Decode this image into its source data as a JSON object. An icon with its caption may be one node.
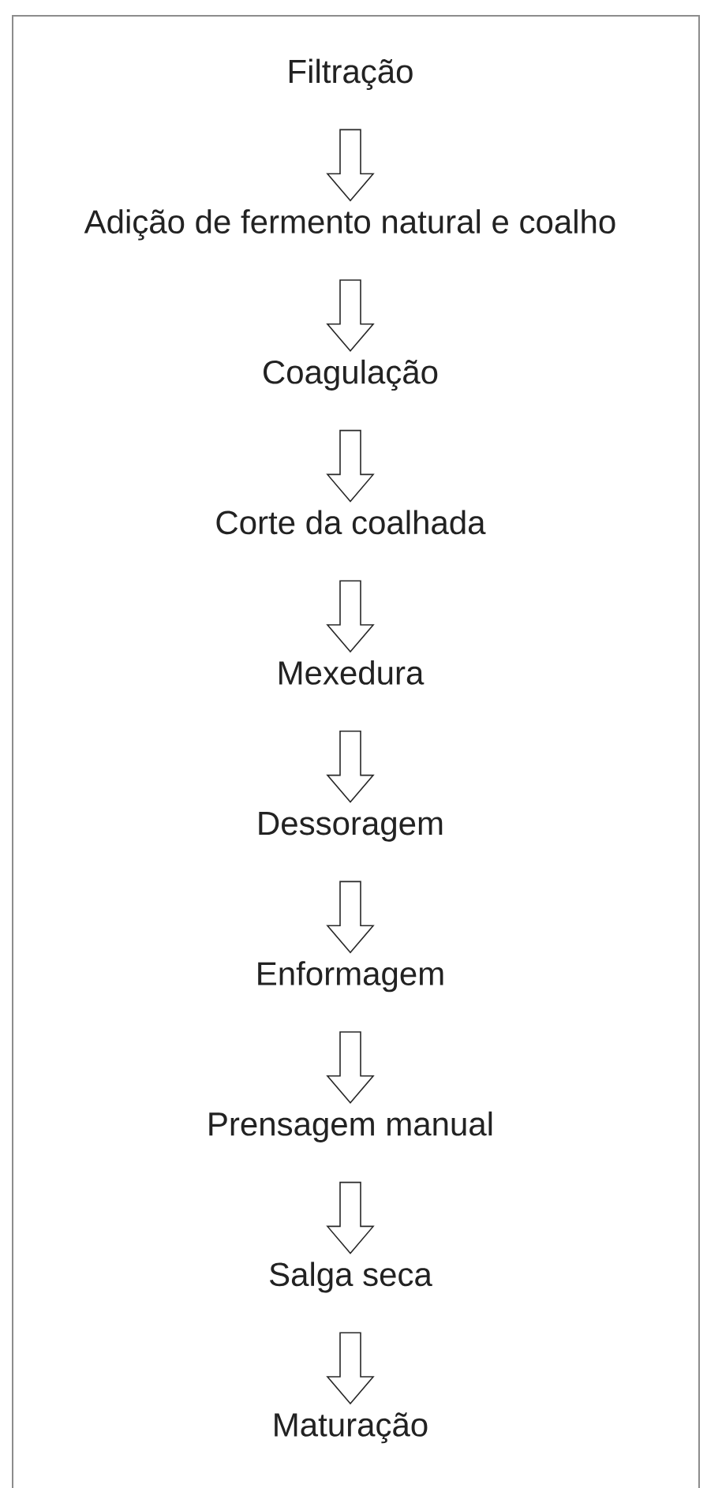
{
  "diagram": {
    "nodes": [
      {
        "text": [
          "Filtração"
        ]
      },
      {
        "text": [
          "Adição de fermento natural e coalho"
        ]
      },
      {
        "text": [
          "Coagulação"
        ]
      },
      {
        "text": [
          "Corte da coalhada"
        ]
      },
      {
        "text": [
          "Mexedura"
        ]
      },
      {
        "text": [
          "Dessoragem"
        ]
      },
      {
        "text": [
          "Enformagem"
        ]
      },
      {
        "text": [
          "Prensagem manual"
        ]
      },
      {
        "text": [
          "Salga seca"
        ]
      },
      {
        "text": [
          "Maturação"
        ]
      }
    ],
    "edges": [
      {
        "from": 0,
        "to": 1,
        "arrow": "to"
      },
      {
        "from": 1,
        "to": 2,
        "arrow": "to"
      },
      {
        "from": 2,
        "to": 3,
        "arrow": "to"
      },
      {
        "from": 3,
        "to": 4,
        "arrow": "to"
      },
      {
        "from": 4,
        "to": 5,
        "arrow": "to"
      },
      {
        "from": 5,
        "to": 6,
        "arrow": "to"
      },
      {
        "from": 6,
        "to": 7,
        "arrow": "to"
      },
      {
        "from": 7,
        "to": 8,
        "arrow": "to"
      },
      {
        "from": 8,
        "to": 9,
        "arrow": "to"
      }
    ]
  }
}
